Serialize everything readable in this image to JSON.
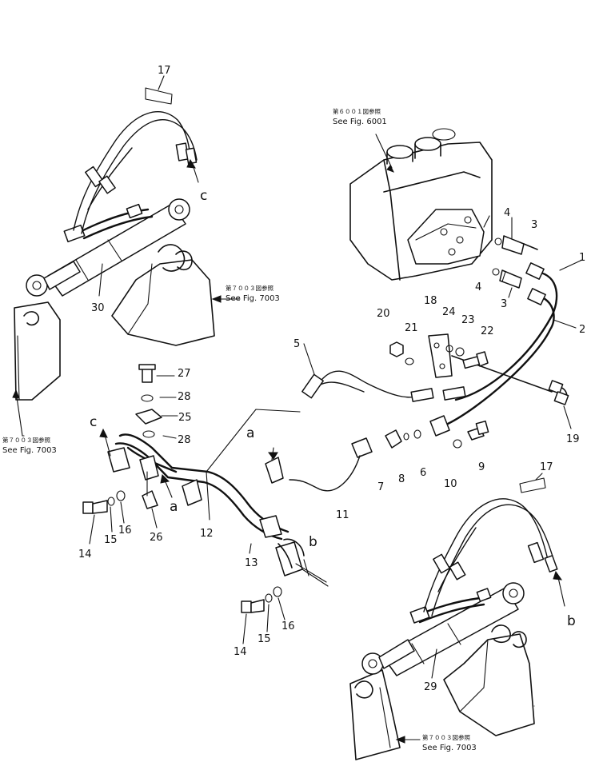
{
  "callouts": [
    "1",
    "2",
    "3",
    "3",
    "4",
    "4",
    "5",
    "6",
    "7",
    "8",
    "9",
    "10",
    "11",
    "12",
    "13",
    "14",
    "14",
    "15",
    "15",
    "16",
    "16",
    "17",
    "17",
    "18",
    "19",
    "20",
    "21",
    "22",
    "23",
    "24",
    "25",
    "26",
    "27",
    "28",
    "28",
    "29",
    "30"
  ],
  "letters": [
    "c",
    "c",
    "a",
    "a",
    "b",
    "b"
  ],
  "refs": {
    "fig6001_jp": "第６００１図参照",
    "fig6001_en": "See Fig. 6001",
    "fig7003_jp": "第７００３図参照",
    "fig7003_en": "See Fig. 7003"
  }
}
